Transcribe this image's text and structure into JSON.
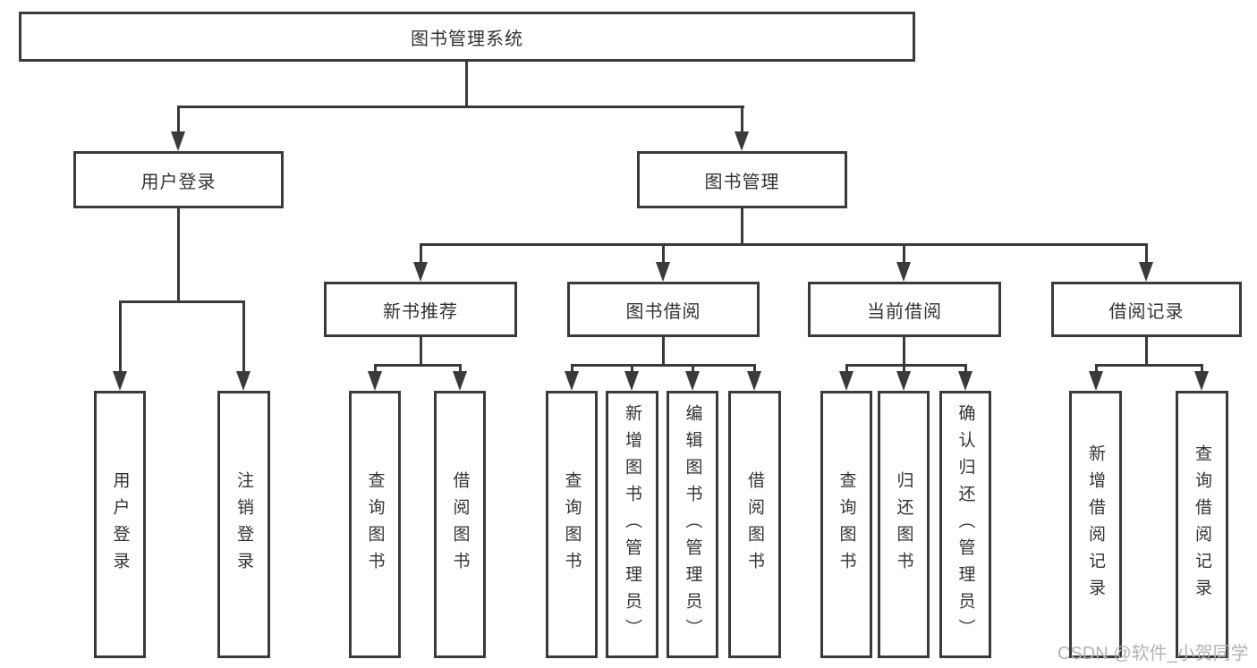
{
  "title": "图书管理系统",
  "branches": [
    {
      "label": "用户登录"
    },
    {
      "label": "图书管理"
    }
  ],
  "categories": [
    {
      "label": "新书推荐"
    },
    {
      "label": "图书借阅"
    },
    {
      "label": "当前借阅"
    },
    {
      "label": "借阅记录"
    }
  ],
  "leaves": [
    {
      "label": "用户登录"
    },
    {
      "label": "注销登录"
    },
    {
      "label": "查询图书"
    },
    {
      "label": "借阅图书"
    },
    {
      "label": "查询图书"
    },
    {
      "label": "新增图书（管理员）"
    },
    {
      "label": "编辑图书（管理员）"
    },
    {
      "label": "借阅图书"
    },
    {
      "label": "查询图书"
    },
    {
      "label": "归还图书"
    },
    {
      "label": "确认归还（管理员）"
    },
    {
      "label": "新增借阅记录"
    },
    {
      "label": "查询借阅记录"
    }
  ],
  "watermark": "CSDN @软件_小贺同学",
  "colors": {
    "line": "#3a3a3a",
    "text": "#333333",
    "watermark": "#b3b3b3",
    "background": "#ffffff"
  }
}
